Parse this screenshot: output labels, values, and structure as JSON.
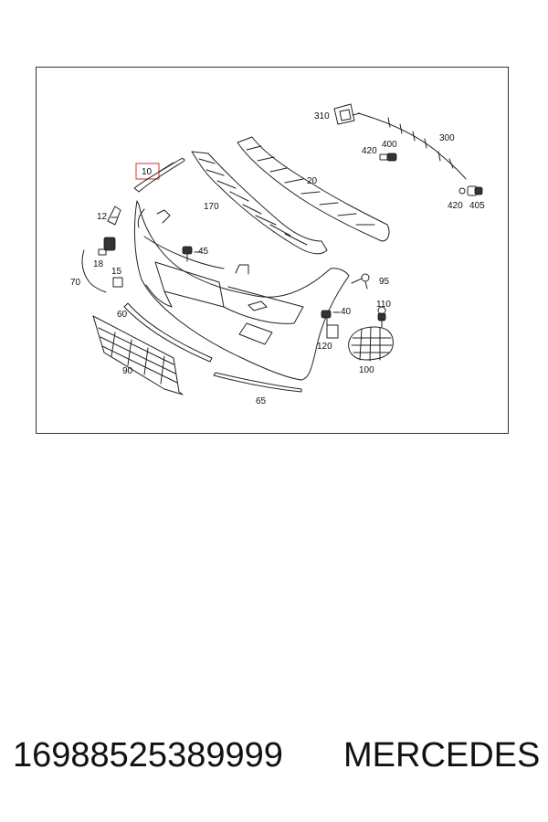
{
  "diagram": {
    "callouts": {
      "c10": "10",
      "c12": "12",
      "c18": "18",
      "c70": "70",
      "c15": "15",
      "c60": "60",
      "c90": "90",
      "c65": "65",
      "c170": "170",
      "c45": "45",
      "c20": "20",
      "c310": "310",
      "c300": "300",
      "c400": "400",
      "c420a": "420",
      "c420b": "420",
      "c405": "405",
      "c95": "95",
      "c110": "110",
      "c40": "40",
      "c120": "120",
      "c100": "100"
    },
    "highlighted_callout": "10",
    "highlight_color": "#d9534f"
  },
  "footer": {
    "part_number": "1698852538​9999",
    "brand": "MERCEDES"
  }
}
